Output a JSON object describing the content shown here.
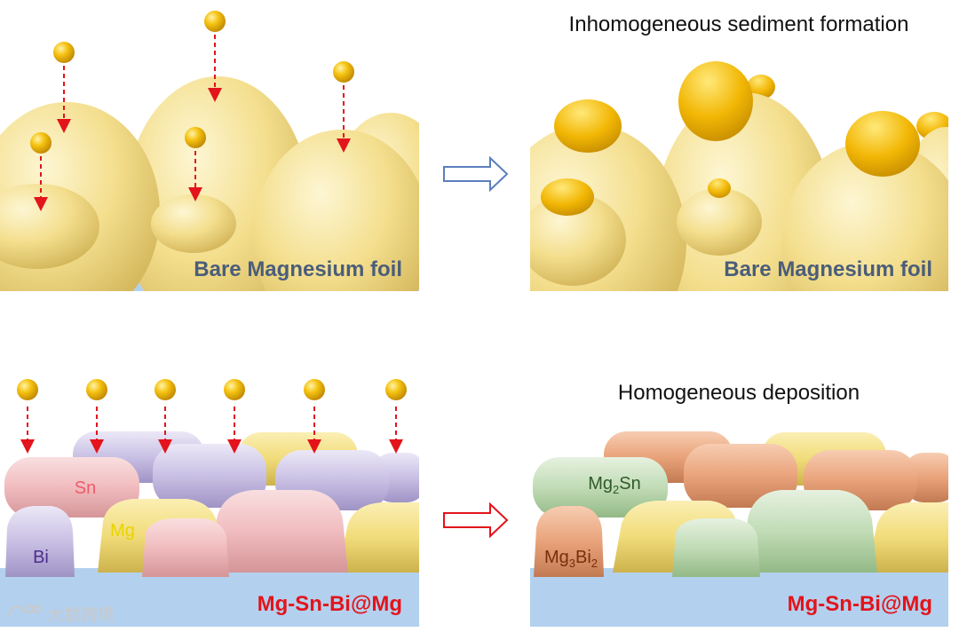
{
  "panels": {
    "top_left": {
      "label": "Bare Magnesium foil"
    },
    "top_right": {
      "title": "Inhomogeneous sediment formation",
      "label": "Bare Magnesium foil"
    },
    "bottom_left": {
      "label": "Mg-Sn-Bi@Mg",
      "crystals": {
        "sn": "Sn",
        "mg": "Mg",
        "bi": "Bi"
      }
    },
    "bottom_right": {
      "title": "Homogeneous deposition",
      "label": "Mg-Sn-Bi@Mg",
      "crystals": {
        "mg2sn": {
          "base": "Mg",
          "sub": "2",
          "tail": "Sn"
        },
        "mg3bi2": {
          "base": "Mg",
          "sub1": "3",
          "mid": "Bi",
          "sub2": "2"
        }
      }
    }
  },
  "arrows": {
    "top": {
      "color": "#5b7fbd"
    },
    "bottom": {
      "color": "#e3141b"
    }
  },
  "colors": {
    "substrate": "#b3d1ef",
    "dome": "#f4df8e",
    "sphere": "#f2b705",
    "drop_arrow": "#e3141b",
    "sn": "#f1bcbf",
    "mg": "#f1dc7a",
    "bi": "#c9c0e4",
    "mg2sn": "#c1dcb6",
    "mg3bi2": "#e9a37a"
  },
  "watermark": {
    "text": "大数跨境"
  }
}
